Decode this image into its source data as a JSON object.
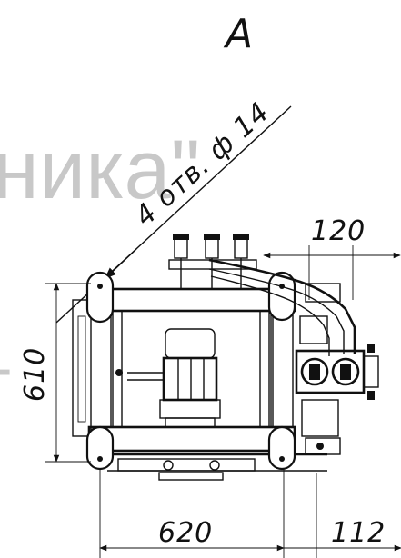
{
  "view_label": "A",
  "watermark": {
    "fragment_main": "ника\"",
    "fragment_left": "т",
    "color": "#c8c8c8"
  },
  "dimensions": {
    "holes_callout": "4 отв. ф 14",
    "overall_width": "620",
    "offset_right": "112",
    "overall_height": "610",
    "top_offset": "120"
  },
  "colors": {
    "line": "#111111",
    "background": "#ffffff"
  }
}
